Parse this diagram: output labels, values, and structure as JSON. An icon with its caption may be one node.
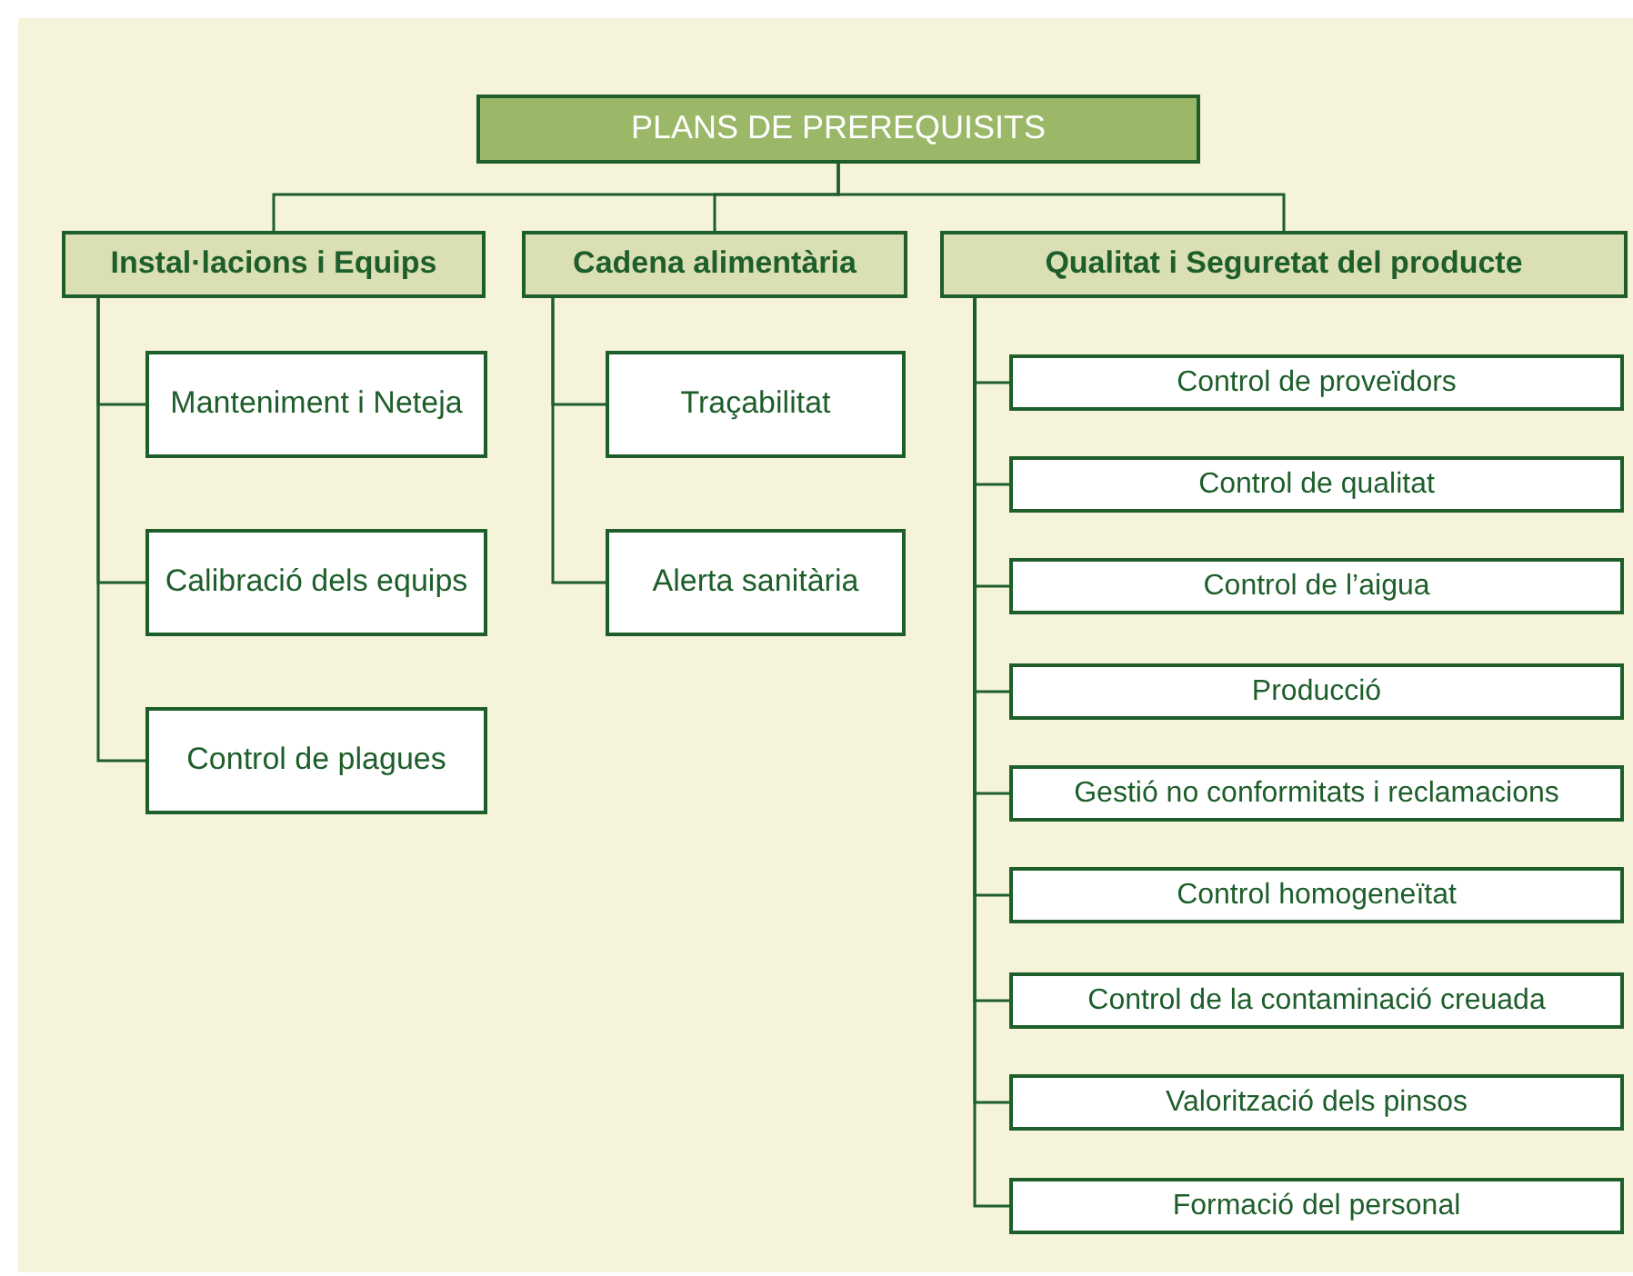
{
  "diagram": {
    "nodes": [
      {
        "text": [
          "PLANS DE PREREQUISITS"
        ]
      },
      {
        "text": [
          "Instal·lacions i Equips"
        ]
      },
      {
        "text": [
          "Cadena alimentària"
        ]
      },
      {
        "text": [
          "Qualitat i Seguretat del producte"
        ]
      },
      {
        "text": [
          "Manteniment i Neteja"
        ]
      },
      {
        "text": [
          "Calibració dels equips"
        ]
      },
      {
        "text": [
          "Control de plagues"
        ]
      },
      {
        "text": [
          "Traçabilitat"
        ]
      },
      {
        "text": [
          "Alerta sanitària"
        ]
      },
      {
        "text": [
          "Control de proveïdors"
        ]
      },
      {
        "text": [
          "Control de qualitat"
        ]
      },
      {
        "text": [
          "Control de l’aigua"
        ]
      },
      {
        "text": [
          "Producció"
        ]
      },
      {
        "text": [
          "Gestió no conformitats i reclamacions"
        ]
      },
      {
        "text": [
          "Control homogeneïtat"
        ]
      },
      {
        "text": [
          "Control de la contaminació creuada"
        ]
      },
      {
        "text": [
          "Valorització dels pinsos"
        ]
      },
      {
        "text": [
          "Formació del personal"
        ]
      }
    ],
    "edges": [
      {
        "from": 0,
        "to": 1,
        "arrow": "none"
      },
      {
        "from": 0,
        "to": 2,
        "arrow": "none"
      },
      {
        "from": 0,
        "to": 3,
        "arrow": "none"
      },
      {
        "from": 1,
        "to": 4,
        "arrow": "none"
      },
      {
        "from": 1,
        "to": 5,
        "arrow": "none"
      },
      {
        "from": 1,
        "to": 6,
        "arrow": "none"
      },
      {
        "from": 2,
        "to": 7,
        "arrow": "none"
      },
      {
        "from": 2,
        "to": 8,
        "arrow": "none"
      },
      {
        "from": 3,
        "to": 9,
        "arrow": "none"
      },
      {
        "from": 3,
        "to": 10,
        "arrow": "none"
      },
      {
        "from": 3,
        "to": 11,
        "arrow": "none"
      },
      {
        "from": 3,
        "to": 12,
        "arrow": "none"
      },
      {
        "from": 3,
        "to": 13,
        "arrow": "none"
      },
      {
        "from": 3,
        "to": 14,
        "arrow": "none"
      },
      {
        "from": 3,
        "to": 15,
        "arrow": "none"
      },
      {
        "from": 3,
        "to": 16,
        "arrow": "none"
      },
      {
        "from": 3,
        "to": 17,
        "arrow": "none"
      }
    ]
  }
}
